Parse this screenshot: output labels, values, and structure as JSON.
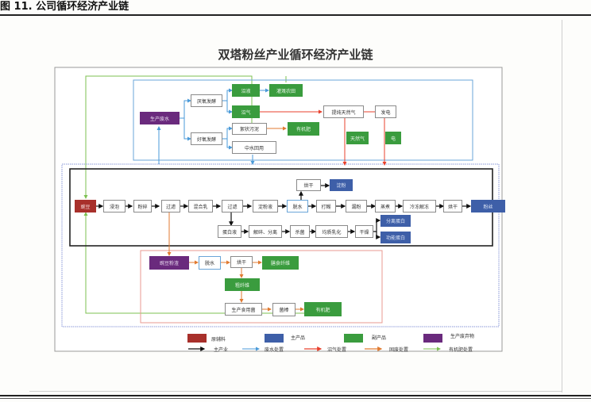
{
  "figure": {
    "caption": "图 11. 公司循环经济产业链",
    "title": "双塔粉丝产业循环经济产业链"
  },
  "nodes": {
    "wandou": "豌豆",
    "jinpao": "浸泡",
    "fensui": "粉碎",
    "guolv1": "过滤",
    "hunheru": "混合乳",
    "guolv2": "过滤",
    "dianfenye": "淀粉液",
    "tuoshui1": "脱水",
    "dagu": "打糊",
    "loufen": "漏粉",
    "zhengzhu": "蒸煮",
    "lengdong": "冷冻解冻",
    "honggan1": "烘干",
    "fensi": "粉丝",
    "honggan_top": "烘干",
    "dianfen": "淀粉",
    "danbaiye": "蛋白液",
    "jiesui": "解碎、分离",
    "shajun": "杀菌",
    "junzhi": "均质乳化",
    "ganzao": "干燥",
    "fenli_danbai": "分离蛋白",
    "gongneng_danbai": "功能蛋白",
    "shengchan_feishui": "生产废水",
    "yanyang": "厌氧发酵",
    "haoyang": "好氧发酵",
    "zhaoye": "沼液",
    "guangai": "灌溉农田",
    "zhaoqi": "沼气",
    "xujuwuni": "絮状污泥",
    "youjifei1": "有机肥",
    "zhongshui": "中水回用",
    "tichun": "提纯天然气",
    "fadian": "发电",
    "tianranqi": "天然气",
    "dian": "电",
    "wandou_fenzha": "豌豆粉渣",
    "tuoshui2": "脱水",
    "honggan2": "烘干",
    "shanshi_xianwei": "膳食纤维",
    "cu_xianwei": "粗纤维",
    "shiyongjun": "生产食用菌",
    "junbang": "菌棒",
    "youjifei2": "有机肥"
  },
  "legend": {
    "colors": [
      {
        "label": "原辅料",
        "color": "#a8302b"
      },
      {
        "label": "主产品",
        "color": "#3e5fa8"
      },
      {
        "label": "副产品",
        "color": "#3a9c3e"
      },
      {
        "label": "生产废弃物",
        "color": "#6a2a7d"
      }
    ],
    "arrows": [
      {
        "label": "主产业",
        "color": "#111111"
      },
      {
        "label": "废水处置",
        "color": "#4a9ad8"
      },
      {
        "label": "沼气处置",
        "color": "#e8402c"
      },
      {
        "label": "固废处置",
        "color": "#e07a30"
      },
      {
        "label": "有机肥处置",
        "color": "#7cc050"
      }
    ]
  }
}
